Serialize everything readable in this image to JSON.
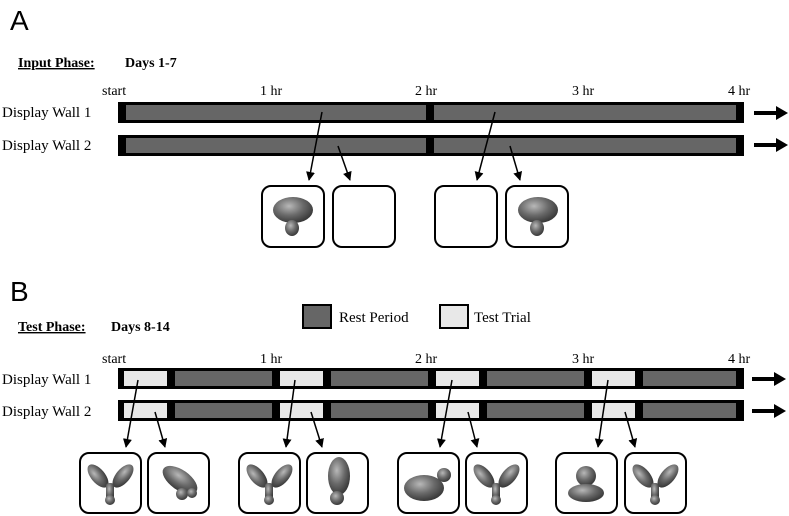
{
  "panel_a": {
    "letter": "A",
    "phase_label": "Input Phase:",
    "phase_days": "Days 1-7",
    "time_ticks": [
      "start",
      "1 hr",
      "2 hr",
      "3 hr",
      "4 hr"
    ],
    "rows": [
      {
        "label": "Display Wall 1"
      },
      {
        "label": "Display Wall 2"
      }
    ],
    "stimuli": [
      "mushroom-object",
      "blank",
      "blank",
      "mushroom-object"
    ]
  },
  "panel_b": {
    "letter": "B",
    "phase_label": "Test Phase:",
    "phase_days": "Days 8-14",
    "time_ticks": [
      "start",
      "1 hr",
      "2 hr",
      "3 hr",
      "4 hr"
    ],
    "rows": [
      {
        "label": "Display Wall 1"
      },
      {
        "label": "Display Wall 2"
      }
    ],
    "stimuli": [
      "y-object",
      "dumbbell-object",
      "y-object",
      "oval-object",
      "blob-object",
      "y-object",
      "bell-object",
      "y-object"
    ]
  },
  "legend": {
    "rest_label": "Rest Period",
    "test_label": "Test Trial"
  },
  "colors": {
    "rest": "#666666",
    "test": "#e8e8e8",
    "border": "#000000",
    "object": "#5a5a5a"
  }
}
